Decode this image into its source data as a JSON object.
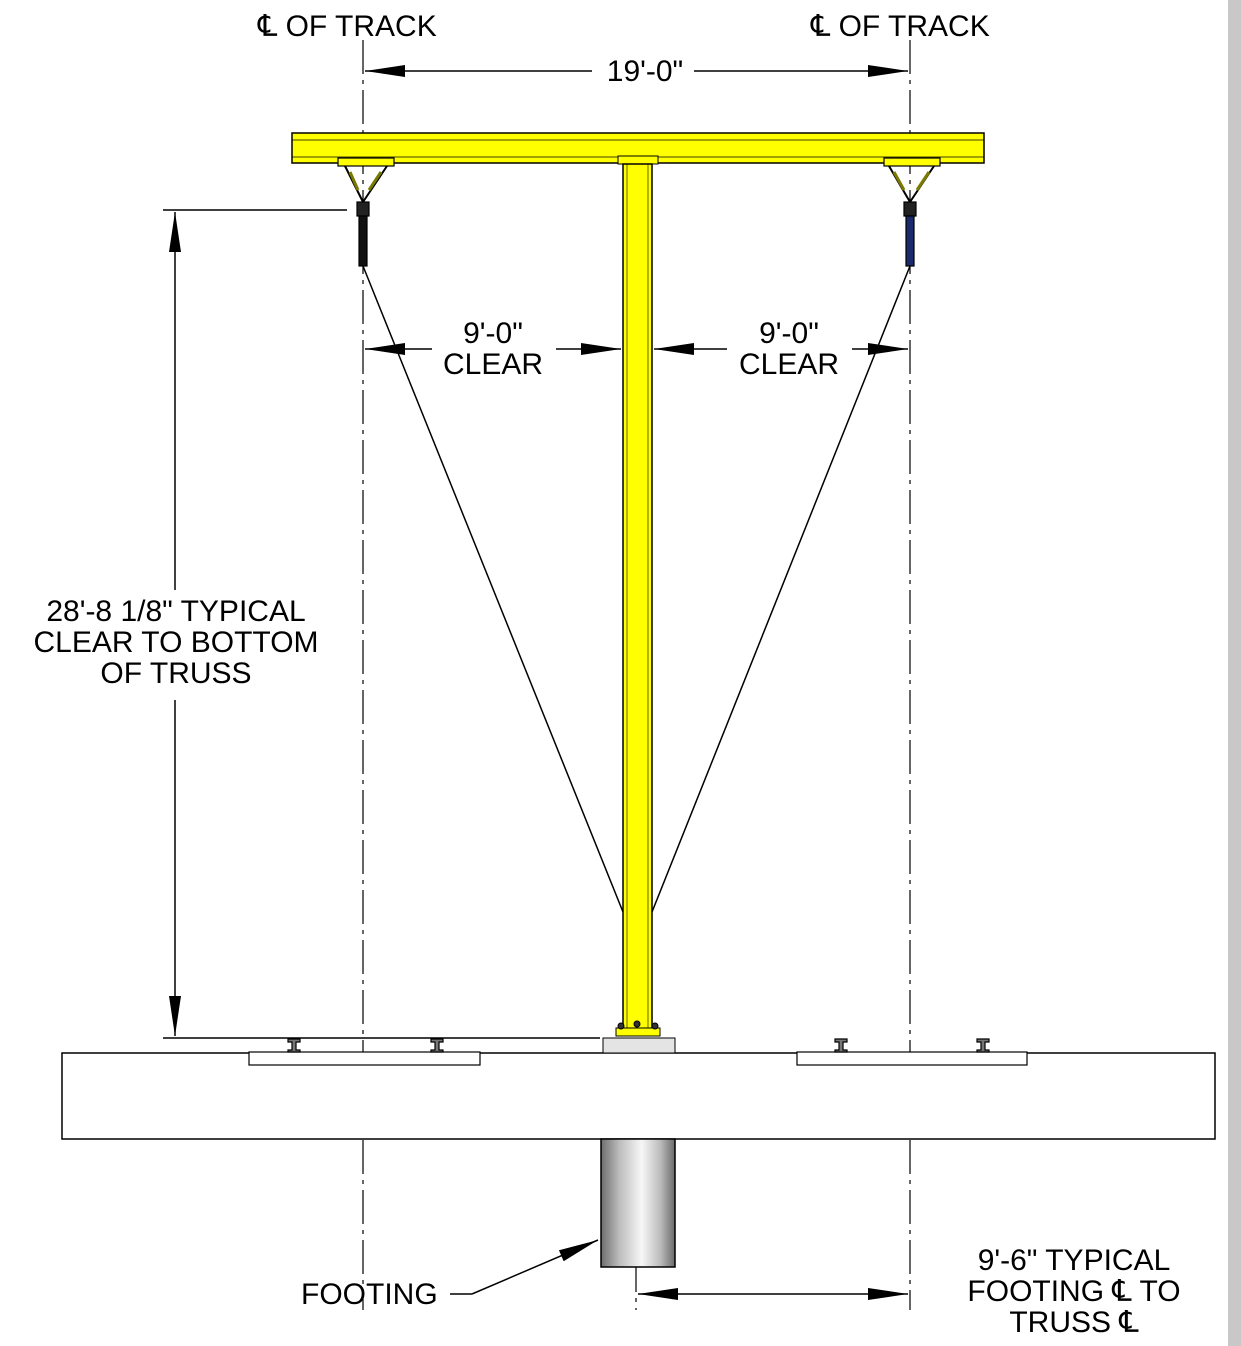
{
  "labels": {
    "cl_track_left": "℄ OF TRACK",
    "cl_track_right": "℄ OF TRACK",
    "span_dim": "19'-0\"",
    "clear_left": {
      "line1": "9'-0\"",
      "line2": "CLEAR"
    },
    "clear_right": {
      "line1": "9'-0\"",
      "line2": "CLEAR"
    },
    "height_dim": {
      "line1": "28'-8 1/8\" TYPICAL",
      "line2": "CLEAR TO BOTTOM",
      "line3": "OF TRUSS"
    },
    "footing": "FOOTING",
    "footing_dim": {
      "line1": "9'-6\" TYPICAL",
      "line2": "FOOTING ℄ TO",
      "line3": "TRUSS ℄"
    }
  },
  "colors": {
    "steel": "#ffff00",
    "outline": "#000000",
    "background": "#ffffff",
    "sidebar": "#c8c8c8"
  }
}
